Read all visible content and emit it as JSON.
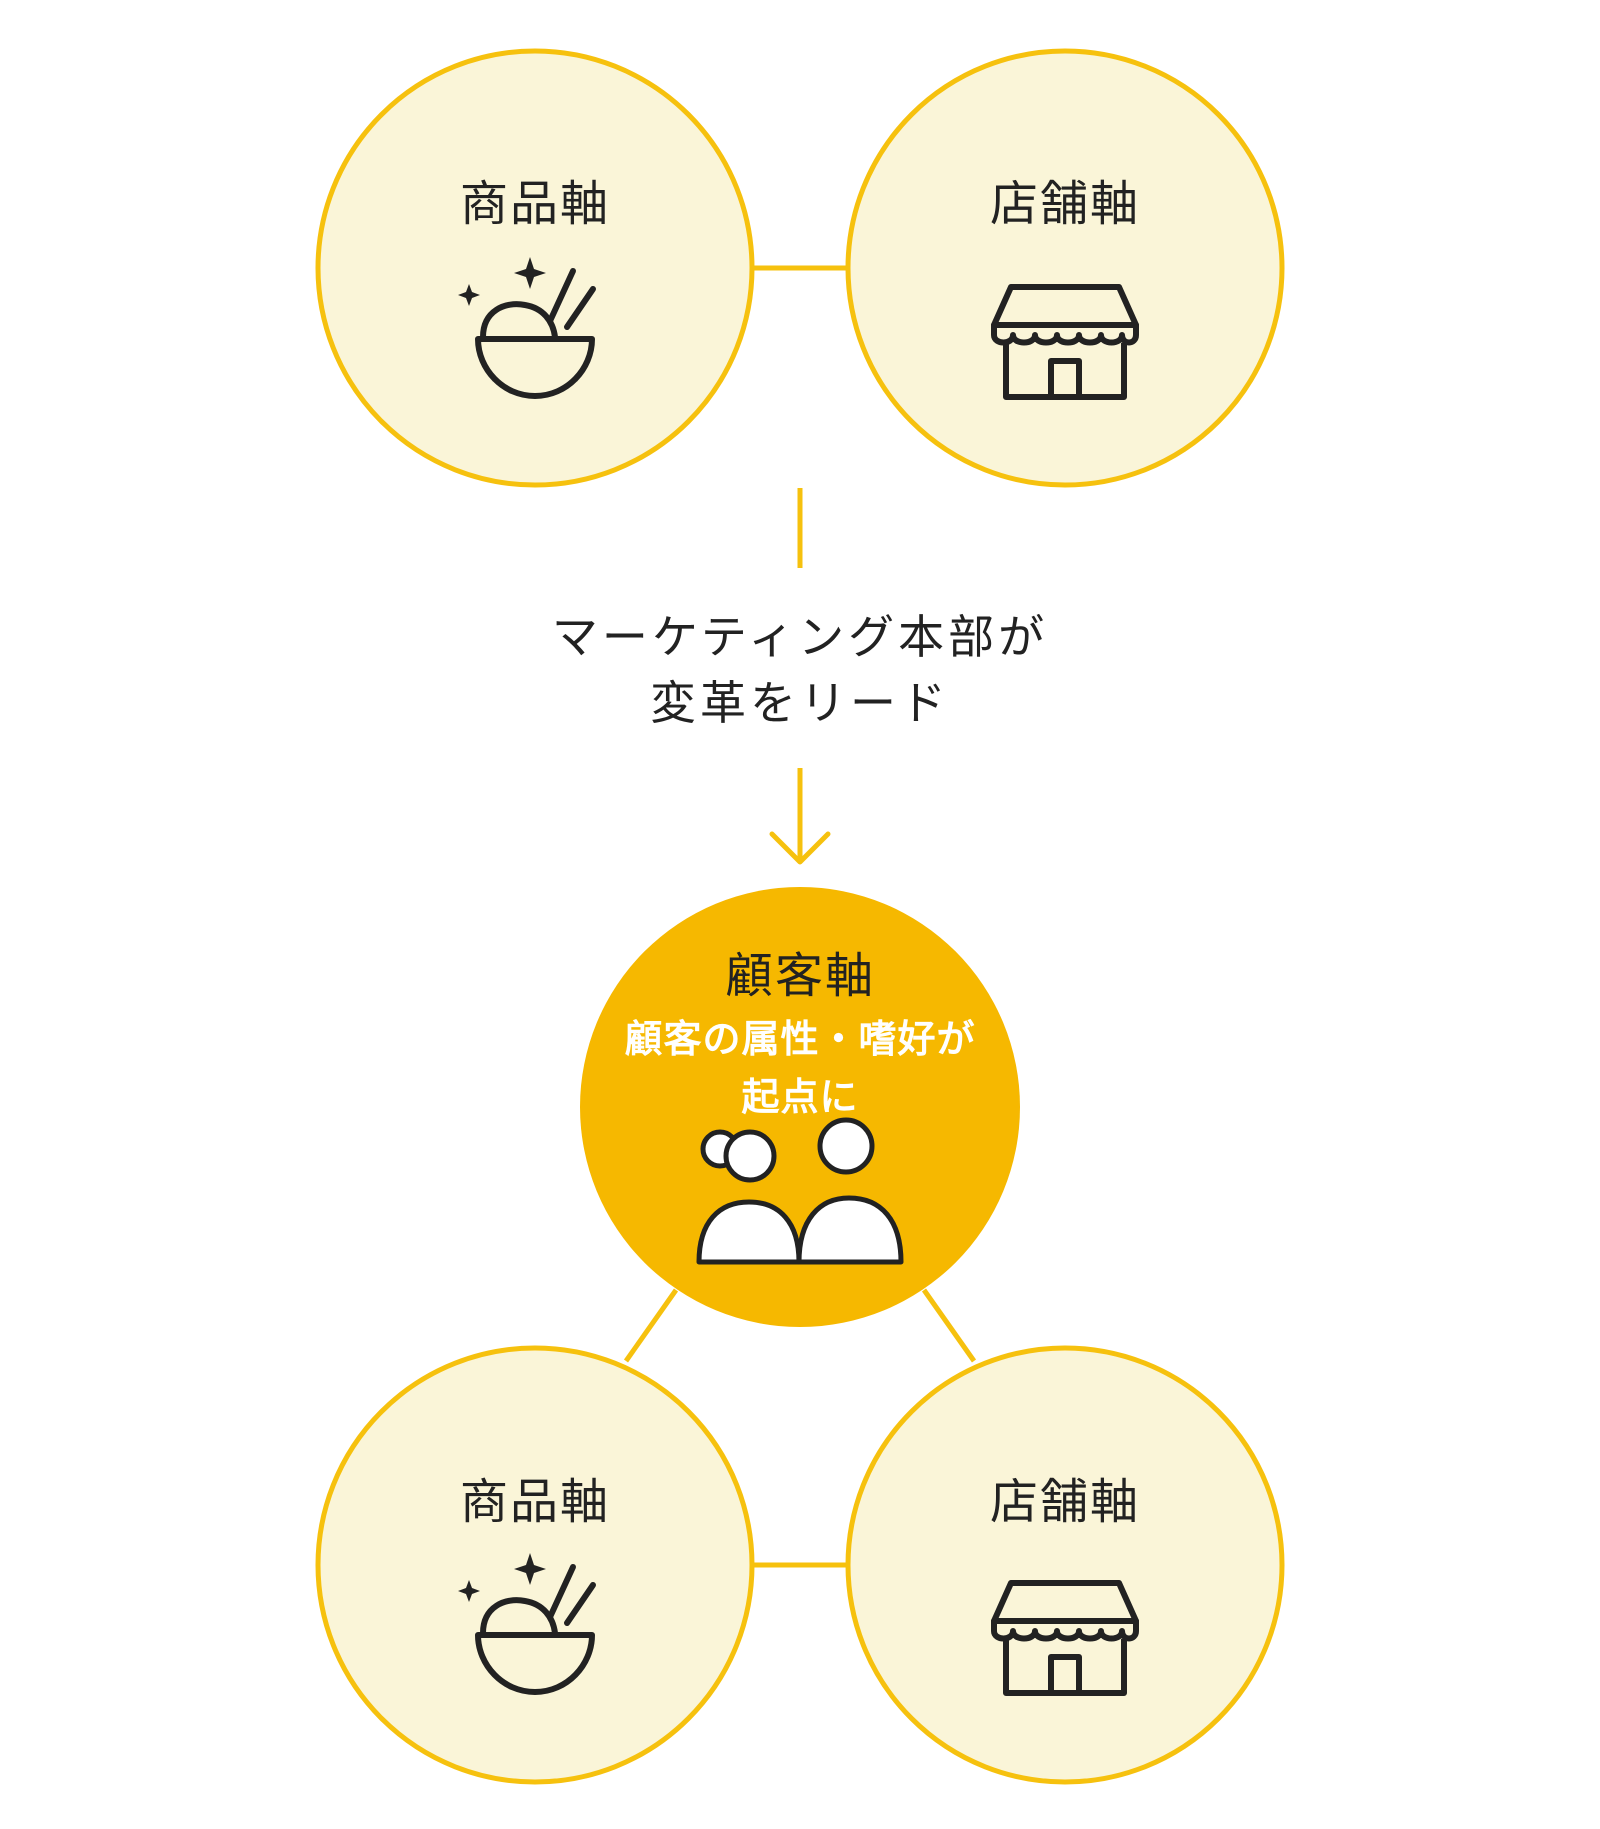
{
  "before": {
    "product_axis": {
      "label": "商品軸",
      "icon": "bowl-sparkle-icon"
    },
    "store_axis": {
      "label": "店舗軸",
      "icon": "storefront-icon"
    }
  },
  "transition": {
    "line1": "マーケティング本部が",
    "line2": "変革をリード"
  },
  "center": {
    "title": "顧客軸",
    "subtitle_line1": "顧客の属性・嗜好が",
    "subtitle_line2": "起点に",
    "icon": "customers-icon"
  },
  "after": {
    "product_axis": {
      "label": "商品軸",
      "icon": "bowl-sparkle-icon"
    },
    "store_axis": {
      "label": "店舗軸",
      "icon": "storefront-icon"
    }
  },
  "colors": {
    "circle_fill": "#FAF5D8",
    "circle_stroke": "#F6C10E",
    "accent": "#F6B800",
    "icon_stroke": "#222222"
  }
}
